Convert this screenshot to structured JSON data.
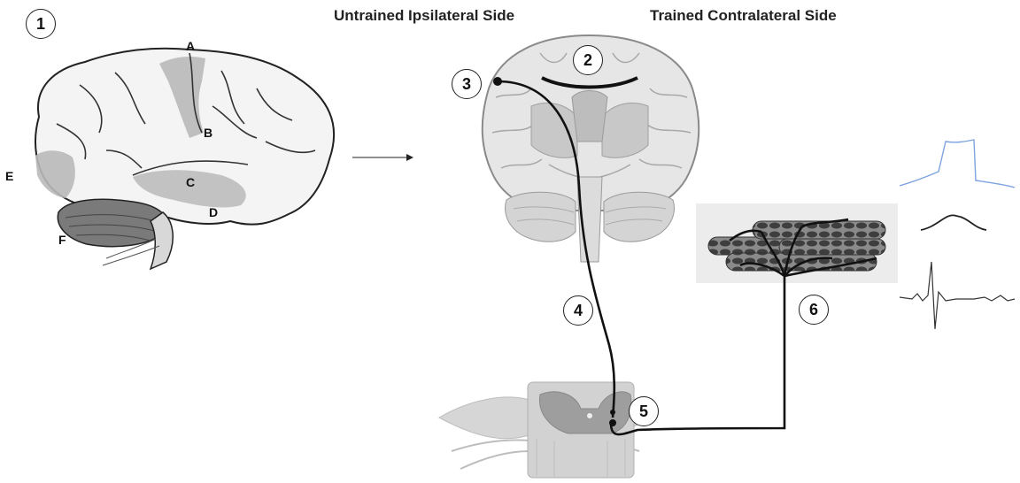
{
  "headings": {
    "ipsilateral": "Untrained Ipsilateral Side",
    "contralateral": "Trained Contralateral Side"
  },
  "markers": [
    "1",
    "2",
    "3",
    "4",
    "5",
    "6"
  ],
  "brain_regions": [
    "A",
    "B",
    "C",
    "D",
    "E",
    "F"
  ],
  "colors": {
    "pathway": "#111111",
    "brain_highlight": "#b9b9b9",
    "emg_trace": "#7ea3e0"
  }
}
